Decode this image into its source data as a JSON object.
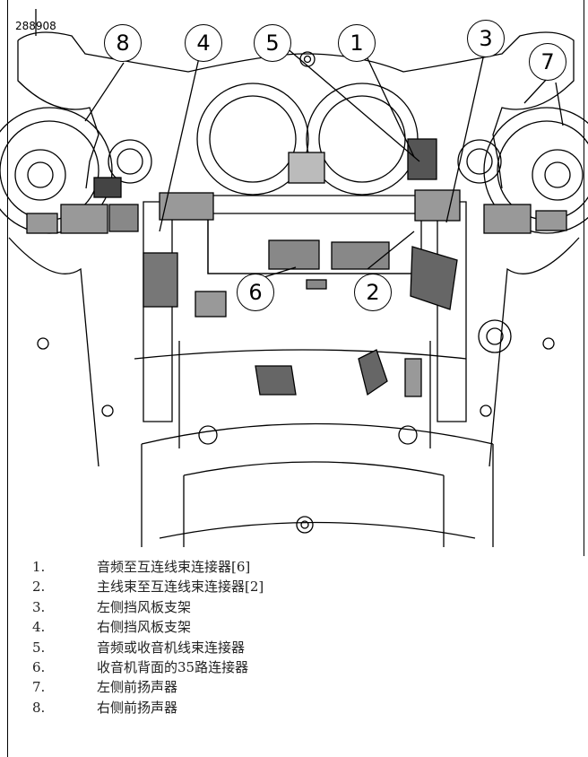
{
  "figure_id": "288908",
  "callouts": [
    "1",
    "2",
    "3",
    "4",
    "5",
    "6",
    "7",
    "8"
  ],
  "legend": [
    {
      "num": "1.",
      "text": "音频至互连线束连接器[6]"
    },
    {
      "num": "2.",
      "text": "主线束至互连线束连接器[2]"
    },
    {
      "num": "3.",
      "text": "左侧挡风板支架"
    },
    {
      "num": "4.",
      "text": "右侧挡风板支架"
    },
    {
      "num": "5.",
      "text": "音频或收音机线束连接器"
    },
    {
      "num": "6.",
      "text": "收音机背面的35路连接器"
    },
    {
      "num": "7.",
      "text": "左侧前扬声器"
    },
    {
      "num": "8.",
      "text": "右侧前扬声器"
    }
  ]
}
